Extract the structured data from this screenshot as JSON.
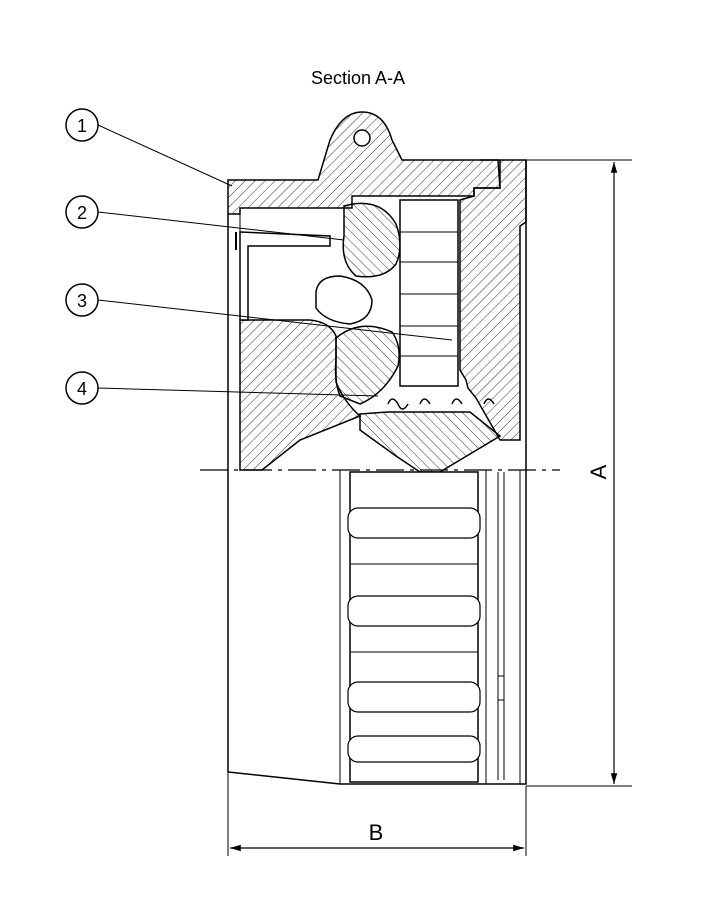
{
  "drawing": {
    "title": "Section A-A",
    "callouts": [
      {
        "number": "1"
      },
      {
        "number": "2"
      },
      {
        "number": "3"
      },
      {
        "number": "4"
      }
    ],
    "dimensions": {
      "height_label": "A",
      "width_label": "B"
    },
    "colors": {
      "line": "#000000",
      "hatch": "#333333",
      "background": "#ffffff"
    }
  }
}
